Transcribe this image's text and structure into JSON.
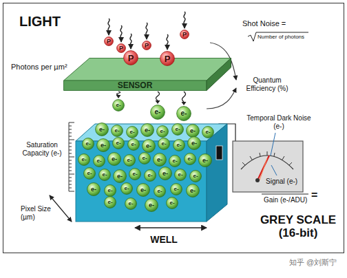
{
  "diagram": {
    "title": "LIGHT",
    "nodes": [
      {
        "text": [
          "P"
        ]
      },
      {
        "text": [
          "P"
        ]
      },
      {
        "text": [
          "P"
        ]
      },
      {
        "text": [
          "P"
        ]
      },
      {
        "text": [
          "P"
        ]
      },
      {
        "text": [
          "P"
        ]
      },
      {
        "text": [
          "SENSOR"
        ]
      },
      {
        "text": [
          "e-"
        ]
      },
      {
        "text": [
          "e-"
        ]
      },
      {
        "text": [
          "e-"
        ]
      },
      {
        "text": [
          "WELL"
        ]
      },
      {
        "text": [
          "e-"
        ],
        "in": 10
      },
      {
        "text": [
          "e-"
        ],
        "in": 10
      },
      {
        "text": [
          "e-"
        ],
        "in": 10
      },
      {
        "text": [
          "e-"
        ],
        "in": 10
      },
      {
        "text": [
          "e-"
        ],
        "in": 10
      },
      {
        "text": [
          "e-"
        ],
        "in": 10
      },
      {
        "text": [
          "e-"
        ],
        "in": 10
      },
      {
        "text": [
          "e-"
        ],
        "in": 10
      },
      {
        "text": [
          "e-"
        ],
        "in": 10
      },
      {
        "text": [
          "e-"
        ],
        "in": 10
      },
      {
        "text": [
          "e-"
        ],
        "in": 10
      },
      {
        "text": [
          "e-"
        ],
        "in": 10
      },
      {
        "text": [
          "e-"
        ],
        "in": 10
      },
      {
        "text": [
          "e-"
        ],
        "in": 10
      },
      {
        "text": [
          "e-"
        ],
        "in": 10
      },
      {
        "text": [
          "e-"
        ],
        "in": 10
      },
      {
        "text": [
          "e-"
        ],
        "in": 10
      },
      {
        "text": [
          "e-"
        ],
        "in": 10
      },
      {
        "text": [
          "e-"
        ],
        "in": 10
      },
      {
        "text": [
          "e-"
        ],
        "in": 10
      },
      {
        "text": [
          "e-"
        ],
        "in": 10
      },
      {
        "text": [
          "e-"
        ],
        "in": 10
      },
      {
        "text": [
          "e-"
        ],
        "in": 10
      },
      {
        "text": [
          "e-"
        ],
        "in": 10
      },
      {
        "text": [
          "e-"
        ],
        "in": 10
      },
      {
        "text": [
          "e-"
        ],
        "in": 10
      },
      {
        "text": [
          "e-"
        ],
        "in": 10
      },
      {
        "text": [
          "e-"
        ],
        "in": 10
      },
      {
        "text": [
          "e-"
        ],
        "in": 10
      },
      {
        "text": [
          "e-"
        ],
        "in": 10
      },
      {
        "text": [
          "e-"
        ],
        "in": 10
      },
      {
        "text": [
          "e-"
        ],
        "in": 10
      },
      {
        "text": [
          "e-"
        ],
        "in": 10
      },
      {
        "text": [
          "e-"
        ],
        "in": 10
      },
      {
        "text": [
          "e-"
        ],
        "in": 10
      },
      {
        "text": [
          "e-"
        ],
        "in": 10
      },
      {
        "text": [
          "e-"
        ],
        "in": 10
      },
      {
        "text": [
          "e-"
        ],
        "in": 10
      },
      {
        "text": [
          "e-"
        ],
        "in": 10
      },
      {
        "text": [
          "e-"
        ],
        "in": 10
      },
      {
        "text": [
          "e-"
        ],
        "in": 10
      },
      {
        "text": [
          "e-"
        ],
        "in": 10
      },
      {
        "text": [
          "e-"
        ],
        "in": 10
      },
      {
        "text": [
          "e-"
        ],
        "in": 10
      }
    ],
    "edges": [
      {
        "from": 6,
        "to": 7,
        "arrow": "to"
      },
      {
        "from": 6,
        "to": 8,
        "arrow": "to"
      },
      {
        "from": 6,
        "to": 9,
        "arrow": "to"
      }
    ],
    "labels": [
      "Photons per µm²",
      "Shot Noise =",
      "Number of photons",
      "Quantum Efficiency (%)",
      "Saturation Capacity (e-)",
      "Temporal Dark Noise (e-)",
      "Pixel Size (µm)",
      "Signal (e-)",
      "Gain (e-/ADU)",
      "=",
      "GREY SCALE (16-bit)",
      "知乎 @刘斯宁"
    ]
  }
}
